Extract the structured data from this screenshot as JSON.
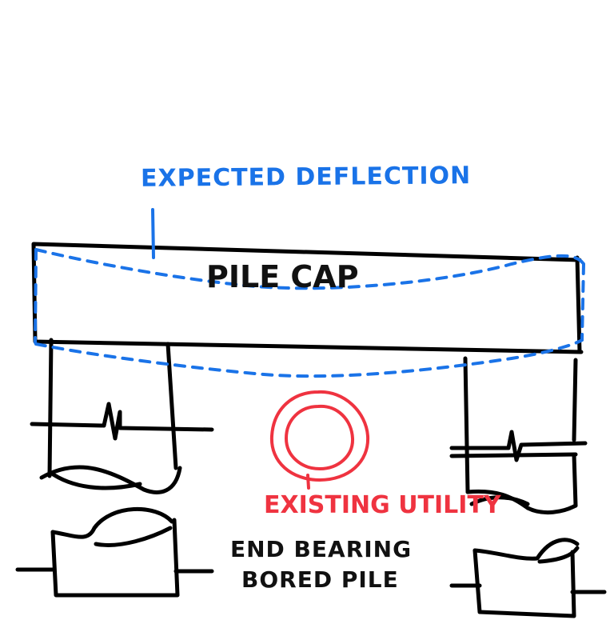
{
  "labels": {
    "deflection": "EXPECTED DEFLECTION",
    "pile_cap": "PILE CAP",
    "utility": "EXISTING UTILITY",
    "pile_line1": "END BEARING",
    "pile_line2": "BORED PILE"
  },
  "colors": {
    "ink": "#000000",
    "deflection": "#1a73e8",
    "utility": "#ef3340"
  }
}
